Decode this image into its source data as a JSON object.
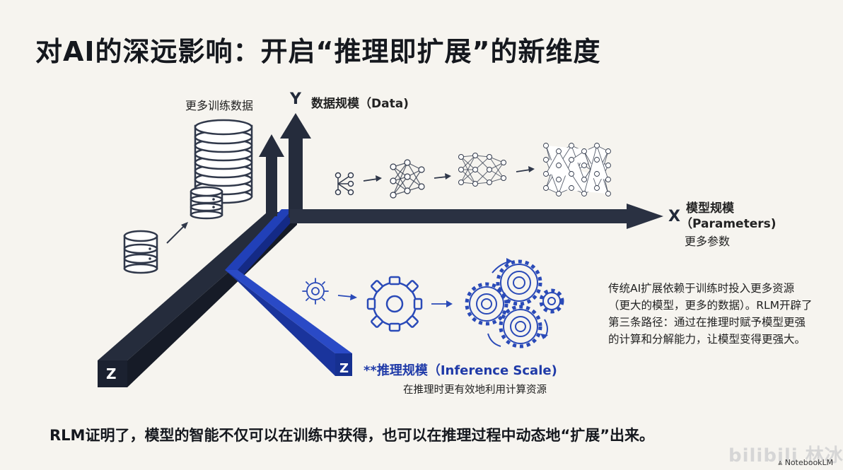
{
  "title": "对AI的深远影响：开启“推理即扩展”的新维度",
  "axes": {
    "y": {
      "letter": "Y",
      "label": "数据规模（Data)",
      "caption": "更多训练数据"
    },
    "x": {
      "letter": "X",
      "label_line1": "模型规模",
      "label_line2": "（Parameters)",
      "caption": "更多参数"
    },
    "z": {
      "letter": "Z",
      "label": "**推理规模（Inference Scale)",
      "caption": "在推理时更有效地利用计算资源"
    },
    "z_left_letter": "Z"
  },
  "description": "传统AI扩展依赖于训练时投入更多资源（更大的模型，更多的数据）。RLM开辟了第三条路径：通过在推理时赋予模型更强的计算和分解能力，让模型变得更强大。",
  "bottom_statement": "RLM证明了，模型的智能不仅可以在训练中获得，也可以在推理过程中动态地“扩展”出来。",
  "watermark": {
    "brand": "NotebookLM",
    "site": "bilibili 林冰茶"
  },
  "icons": [
    "database-icon",
    "neural-network-icon",
    "gear-icon",
    "arrow-icon"
  ],
  "colors": {
    "dark": "#222a3a",
    "blue": "#1f3aa8",
    "background": "#f6f4ef"
  }
}
